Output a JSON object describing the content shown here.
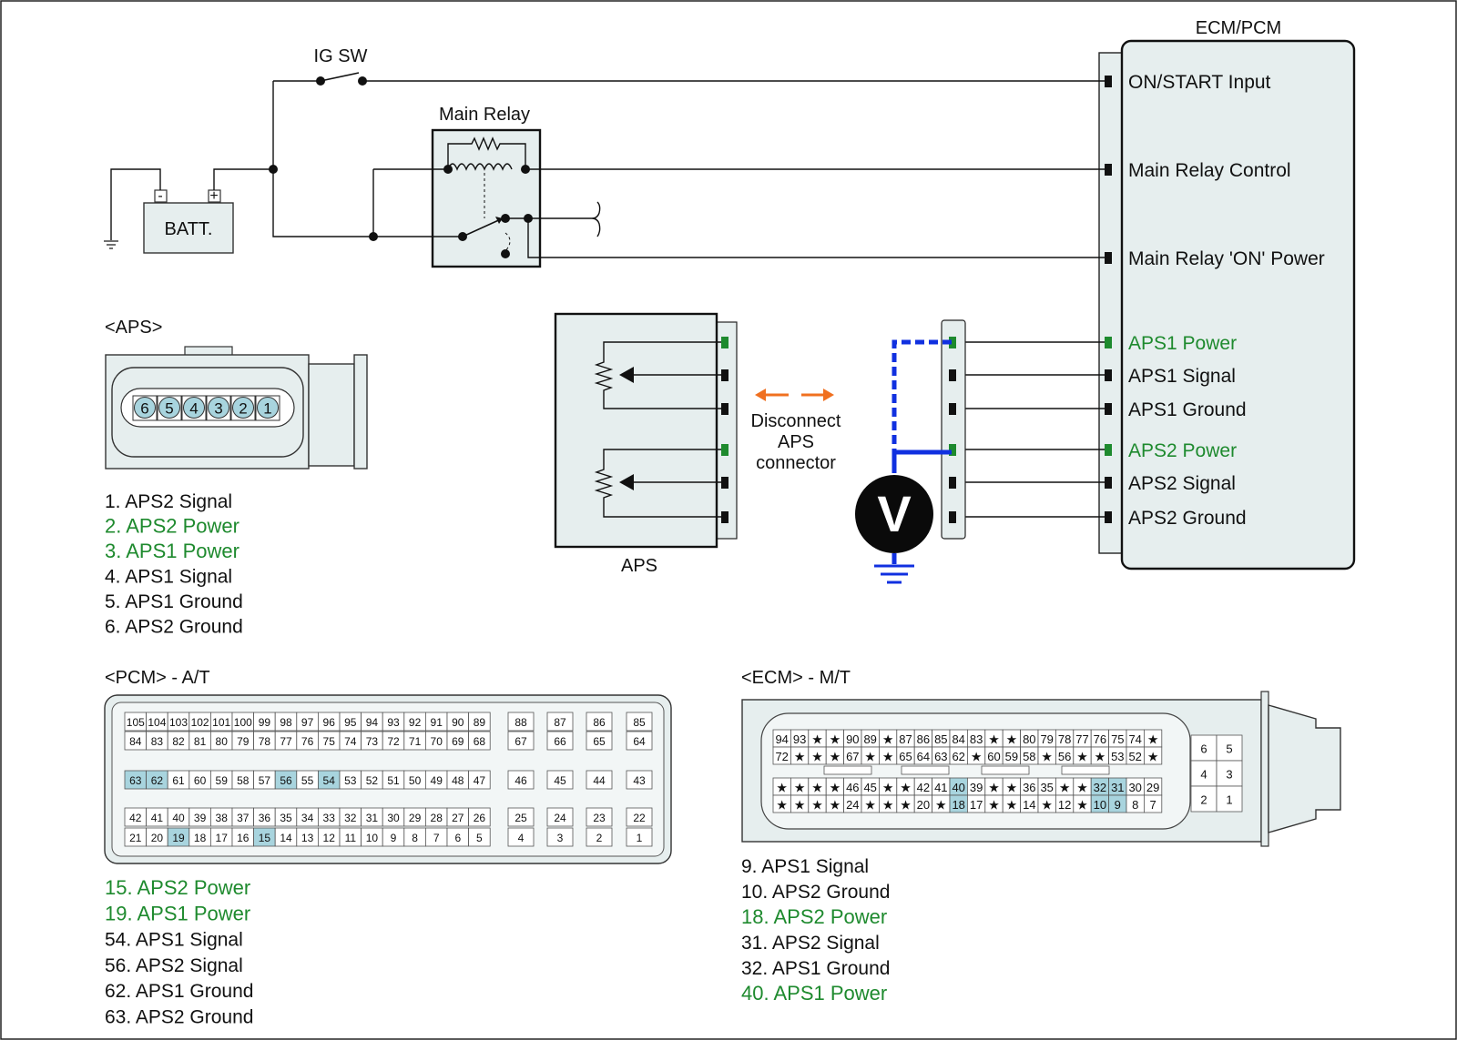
{
  "ecm": {
    "title": "ECM/PCM",
    "pins": [
      {
        "label": "ON/START Input",
        "color": "#111111"
      },
      {
        "label": "Main Relay Control",
        "color": "#111111"
      },
      {
        "label": "Main Relay 'ON' Power",
        "color": "#111111"
      },
      {
        "label": "APS1 Power",
        "color": "#1e8a2e"
      },
      {
        "label": "APS1 Signal",
        "color": "#111111"
      },
      {
        "label": "APS1 Ground",
        "color": "#111111"
      },
      {
        "label": "APS2 Power",
        "color": "#1e8a2e"
      },
      {
        "label": "APS2 Signal",
        "color": "#111111"
      },
      {
        "label": "APS2 Ground",
        "color": "#111111"
      }
    ]
  },
  "power": {
    "ig_sw": "IG SW",
    "main_relay": "Main Relay",
    "battery": "BATT.",
    "battery_neg": "-",
    "battery_pos": "+"
  },
  "aps_unit": {
    "label": "APS",
    "disconnect_lines": [
      "Disconnect",
      "APS",
      "connector"
    ],
    "voltmeter": "V"
  },
  "aps_connector": {
    "title": "<APS>",
    "pins": [
      "6",
      "5",
      "4",
      "3",
      "2",
      "1"
    ],
    "legend": [
      {
        "text": "1. APS2 Signal",
        "color": "#111111"
      },
      {
        "text": "2. APS2 Power",
        "color": "#1e8a2e"
      },
      {
        "text": "3. APS1 Power",
        "color": "#1e8a2e"
      },
      {
        "text": "4. APS1 Signal",
        "color": "#111111"
      },
      {
        "text": "5. APS1 Ground",
        "color": "#111111"
      },
      {
        "text": "6. APS2 Ground",
        "color": "#111111"
      }
    ]
  },
  "pcm_connector": {
    "title": "<PCM> - A/T",
    "rows": [
      [
        "105",
        "104",
        "103",
        "102",
        "101",
        "100",
        "99",
        "98",
        "97",
        "96",
        "95",
        "94",
        "93",
        "92",
        "91",
        "90",
        "89"
      ],
      [
        "84",
        "83",
        "82",
        "81",
        "80",
        "79",
        "78",
        "77",
        "76",
        "75",
        "74",
        "73",
        "72",
        "71",
        "70",
        "69",
        "68"
      ],
      [
        "63",
        "62",
        "61",
        "60",
        "59",
        "58",
        "57",
        "56",
        "55",
        "54",
        "53",
        "52",
        "51",
        "50",
        "49",
        "48",
        "47"
      ],
      [
        "42",
        "41",
        "40",
        "39",
        "38",
        "37",
        "36",
        "35",
        "34",
        "33",
        "32",
        "31",
        "30",
        "29",
        "28",
        "27",
        "26"
      ],
      [
        "21",
        "20",
        "19",
        "18",
        "17",
        "16",
        "15",
        "14",
        "13",
        "12",
        "11",
        "10",
        "9",
        "8",
        "7",
        "6",
        "5"
      ]
    ],
    "side_columns": [
      [
        "88",
        "67",
        "46",
        "25",
        "4"
      ],
      [
        "87",
        "66",
        "45",
        "24",
        "3"
      ],
      [
        "86",
        "65",
        "44",
        "23",
        "2"
      ],
      [
        "85",
        "64",
        "43",
        "22",
        "1"
      ]
    ],
    "highlighted": [
      "63",
      "62",
      "56",
      "54",
      "19",
      "15"
    ],
    "highlight_color": "#a8d4de",
    "legend": [
      {
        "text": "15. APS2 Power",
        "color": "#1e8a2e"
      },
      {
        "text": "19. APS1 Power",
        "color": "#1e8a2e"
      },
      {
        "text": "54. APS1 Signal",
        "color": "#111111"
      },
      {
        "text": "56. APS2 Signal",
        "color": "#111111"
      },
      {
        "text": "62. APS1 Ground",
        "color": "#111111"
      },
      {
        "text": "63. APS2 Ground",
        "color": "#111111"
      }
    ]
  },
  "ecm_connector": {
    "title": "<ECM> - M/T",
    "rows": [
      [
        "94",
        "93",
        "★",
        "★",
        "90",
        "89",
        "★",
        "87",
        "86",
        "85",
        "84",
        "83",
        "★",
        "★",
        "80",
        "79",
        "78",
        "77",
        "76",
        "75",
        "74",
        "★"
      ],
      [
        "72",
        "★",
        "★",
        "★",
        "67",
        "★",
        "★",
        "65",
        "64",
        "63",
        "62",
        "★",
        "60",
        "59",
        "58",
        "★",
        "56",
        "★",
        "★",
        "53",
        "52",
        "★"
      ],
      [
        "★",
        "★",
        "★",
        "★",
        "46",
        "45",
        "★",
        "★",
        "42",
        "41",
        "40",
        "39",
        "★",
        "★",
        "36",
        "35",
        "★",
        "★",
        "32",
        "31",
        "30",
        "29"
      ],
      [
        "★",
        "★",
        "★",
        "★",
        "24",
        "★",
        "★",
        "★",
        "20",
        "★",
        "18",
        "17",
        "★",
        "★",
        "14",
        "★",
        "12",
        "★",
        "10",
        "9",
        "8",
        "7"
      ]
    ],
    "side_block": [
      [
        "6",
        "5"
      ],
      [
        "4",
        "3"
      ],
      [
        "2",
        "1"
      ]
    ],
    "highlighted": [
      "40",
      "18",
      "32",
      "31",
      "10",
      "9"
    ],
    "highlight_color": "#a8d4de",
    "legend": [
      {
        "text": "9. APS1 Signal",
        "color": "#111111"
      },
      {
        "text": "10. APS2 Ground",
        "color": "#111111"
      },
      {
        "text": "18. APS2 Power",
        "color": "#1e8a2e"
      },
      {
        "text": "31. APS2 Signal",
        "color": "#111111"
      },
      {
        "text": "32. APS1 Ground",
        "color": "#111111"
      },
      {
        "text": "40. APS1 Power",
        "color": "#1e8a2e"
      }
    ]
  },
  "colors": {
    "panel": "#e6eeee",
    "accent_green": "#1e8a2e",
    "probe_blue": "#1030e0",
    "arrow_orange": "#f07020"
  }
}
